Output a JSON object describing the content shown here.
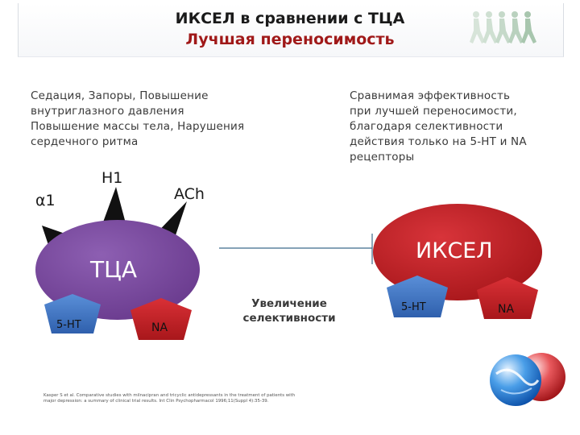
{
  "header": {
    "title": "ИКСЕЛ в сравнении с ТЦА",
    "subtitle": "Лучшая переносимость"
  },
  "left_text": {
    "lines": [
      "Седация, Запоры, Повышение",
      "внутриглазного давления",
      "Повышение массы тела, Нарушения",
      "сердечного ритма"
    ]
  },
  "right_text": {
    "lines": [
      "Сравнимая эффективность",
      "при лучшей переносимости,",
      "благодаря селективности",
      "действия только на 5-НТ и NA",
      "рецепторы"
    ]
  },
  "tca": {
    "label": "ТЦА",
    "receptors": {
      "a1": "α1",
      "h1": "H1",
      "ach": "ACh"
    },
    "ht": "5-HT",
    "na": "NA"
  },
  "ixel": {
    "label": "ИКСЕЛ",
    "ht": "5-HT",
    "na": "NA"
  },
  "selectivity": {
    "line1": "Увеличение",
    "line2": "селективности"
  },
  "footnote": {
    "line1": "Kasper S et al. Comparative studies with milnacipran and tricyclic antidepressants in the treatment of patients with",
    "line2": "major depression: a summary of clinical trial results. Int Clin Psychopharmacol 1996;11(Suppl 4):35-39."
  },
  "colors": {
    "ellipse_tca": "#7b4b9e",
    "ellipse_ixel": "#c42125",
    "pentagon_blue": "#3f74c2",
    "pentagon_red": "#c42125",
    "title_red": "#a01919"
  }
}
